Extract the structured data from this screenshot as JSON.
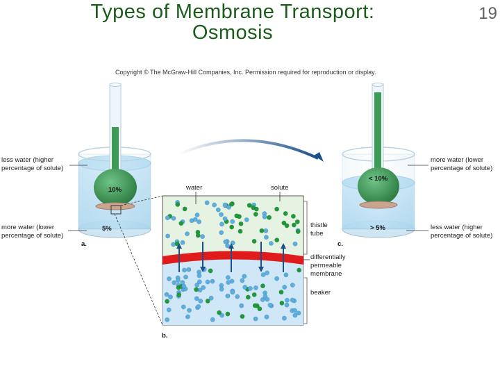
{
  "slide": {
    "title_line1": "Types of Membrane Transport:",
    "title_line2": "Osmosis",
    "page_number": "19"
  },
  "figure": {
    "copyright": "Copyright © The McGraw-Hill Companies, Inc. Permission required for reproduction or display.",
    "panel_a": {
      "letter": "a.",
      "tube_concentration": "10%",
      "beaker_concentration": "5%",
      "upper_label": [
        "less water (higher",
        "percentage of solute)"
      ],
      "lower_label": [
        "more water (lower",
        "percentage of solute)"
      ]
    },
    "panel_b": {
      "letter": "b.",
      "water_label": "water",
      "solute_label": "solute",
      "thistle_tube_label": [
        "thistle",
        "tube"
      ],
      "membrane_label": [
        "differentially",
        "permeable",
        "membrane"
      ],
      "beaker_label": "beaker"
    },
    "panel_c": {
      "letter": "c.",
      "tube_concentration": "< 10%",
      "beaker_concentration": "> 5%",
      "upper_label": [
        "more water (lower",
        "percentage of solute)"
      ],
      "lower_label": [
        "less water (higher",
        "percentage of solute)"
      ]
    },
    "colors": {
      "title": "#1a5c1a",
      "water_molecule": "#5aaee0",
      "solute_molecule": "#1f9a3a",
      "membrane": "#e01b1b",
      "arrow": "#1b4f8a",
      "tube_fluid": "#3c9c56",
      "beaker_water": "#9fd2ef"
    }
  }
}
